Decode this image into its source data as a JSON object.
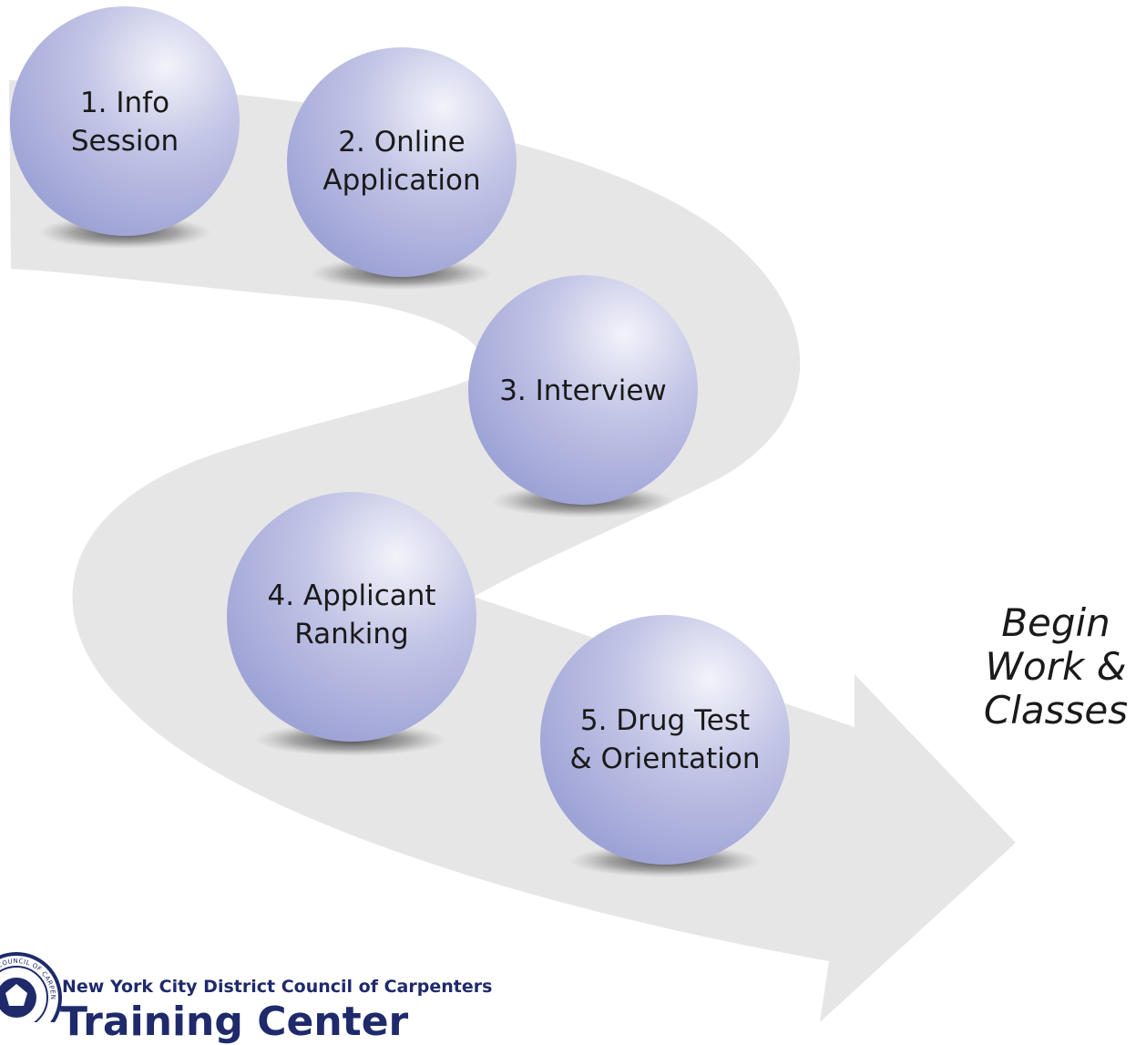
{
  "colors": {
    "path": "#e6e6e6",
    "ball_light": "#f3f3fa",
    "ball_dark": "#9ea3d6",
    "text": "#1a1a1a",
    "brand": "#1f2a6b"
  },
  "steps": [
    {
      "label": "1. Info\nSession"
    },
    {
      "label": "2. Online\nApplication"
    },
    {
      "label": "3. Interview"
    },
    {
      "label": "4. Applicant\nRanking"
    },
    {
      "label": "5. Drug Test\n& Orientation"
    }
  ],
  "end_label": "Begin\nWork &\nClasses",
  "footer": {
    "org_name": "New York City District Council of Carpenters",
    "org_subtitle": "Training Center"
  },
  "seal": {
    "text": "DISTRICT COUNCIL OF CARPENTERS",
    "icon": "seal-logo-icon"
  }
}
